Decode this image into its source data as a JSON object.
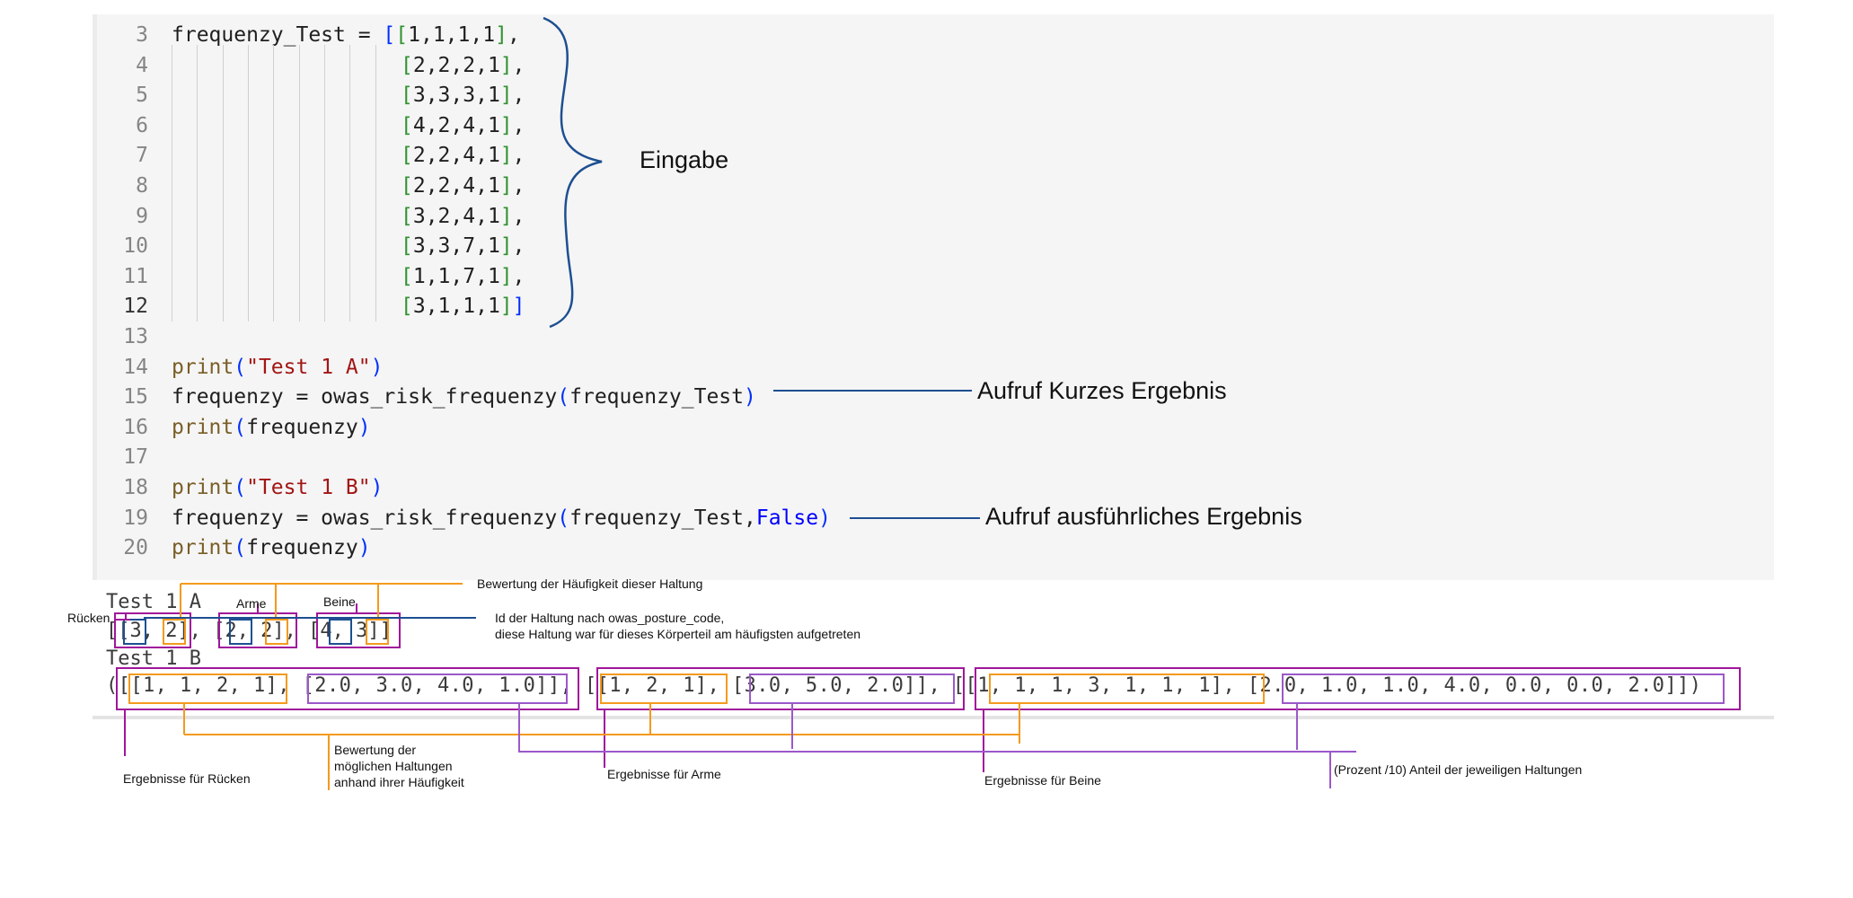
{
  "code_lines": [
    {
      "num": "3",
      "tokens": [
        {
          "t": "frequenzy_Test",
          "c": "t-id"
        },
        {
          "t": " = ",
          "c": "t-id"
        },
        {
          "t": "[",
          "c": "b1"
        },
        {
          "t": "[",
          "c": "b2"
        },
        {
          "t": "1,1,1,1",
          "c": "t-id"
        },
        {
          "t": "]",
          "c": "b2"
        },
        {
          "t": ",",
          "c": "t-id"
        }
      ]
    },
    {
      "num": "4",
      "tokens": [
        {
          "t": "[",
          "c": "b2"
        },
        {
          "t": "2,2,2,1",
          "c": "t-id"
        },
        {
          "t": "]",
          "c": "b2"
        },
        {
          "t": ",",
          "c": "t-id"
        }
      ]
    },
    {
      "num": "5",
      "tokens": [
        {
          "t": "[",
          "c": "b2"
        },
        {
          "t": "3,3,3,1",
          "c": "t-id"
        },
        {
          "t": "]",
          "c": "b2"
        },
        {
          "t": ",",
          "c": "t-id"
        }
      ]
    },
    {
      "num": "6",
      "tokens": [
        {
          "t": "[",
          "c": "b2"
        },
        {
          "t": "4,2,4,1",
          "c": "t-id"
        },
        {
          "t": "]",
          "c": "b2"
        },
        {
          "t": ",",
          "c": "t-id"
        }
      ]
    },
    {
      "num": "7",
      "tokens": [
        {
          "t": "[",
          "c": "b2"
        },
        {
          "t": "2,2,4,1",
          "c": "t-id"
        },
        {
          "t": "]",
          "c": "b2"
        },
        {
          "t": ",",
          "c": "t-id"
        }
      ]
    },
    {
      "num": "8",
      "tokens": [
        {
          "t": "[",
          "c": "b2"
        },
        {
          "t": "2,2,4,1",
          "c": "t-id"
        },
        {
          "t": "]",
          "c": "b2"
        },
        {
          "t": ",",
          "c": "t-id"
        }
      ]
    },
    {
      "num": "9",
      "tokens": [
        {
          "t": "[",
          "c": "b2"
        },
        {
          "t": "3,2,4,1",
          "c": "t-id"
        },
        {
          "t": "]",
          "c": "b2"
        },
        {
          "t": ",",
          "c": "t-id"
        }
      ]
    },
    {
      "num": "10",
      "tokens": [
        {
          "t": "[",
          "c": "b2"
        },
        {
          "t": "3,3,7,1",
          "c": "t-id"
        },
        {
          "t": "]",
          "c": "b2"
        },
        {
          "t": ",",
          "c": "t-id"
        }
      ]
    },
    {
      "num": "11",
      "tokens": [
        {
          "t": "[",
          "c": "b2"
        },
        {
          "t": "1,1,7,1",
          "c": "t-id"
        },
        {
          "t": "]",
          "c": "b2"
        },
        {
          "t": ",",
          "c": "t-id"
        }
      ]
    },
    {
      "num": "12",
      "tokens": [
        {
          "t": "[",
          "c": "b2"
        },
        {
          "t": "3,1,1,1",
          "c": "t-id"
        },
        {
          "t": "]",
          "c": "b2"
        },
        {
          "t": "]",
          "c": "b1"
        }
      ]
    },
    {
      "num": "13",
      "tokens": []
    },
    {
      "num": "14",
      "tokens": [
        {
          "t": "print",
          "c": "t-fn"
        },
        {
          "t": "(",
          "c": "b1"
        },
        {
          "t": "\"Test 1 A\"",
          "c": "t-str"
        },
        {
          "t": ")",
          "c": "b1"
        }
      ]
    },
    {
      "num": "15",
      "tokens": [
        {
          "t": "frequenzy",
          "c": "t-id"
        },
        {
          "t": " = ",
          "c": "t-id"
        },
        {
          "t": "owas_risk_frequenzy",
          "c": "t-id"
        },
        {
          "t": "(",
          "c": "b1"
        },
        {
          "t": "frequenzy_Test",
          "c": "t-id"
        },
        {
          "t": ")",
          "c": "b1"
        }
      ]
    },
    {
      "num": "16",
      "tokens": [
        {
          "t": "print",
          "c": "t-fn"
        },
        {
          "t": "(",
          "c": "b1"
        },
        {
          "t": "frequenzy",
          "c": "t-id"
        },
        {
          "t": ")",
          "c": "b1"
        }
      ]
    },
    {
      "num": "17",
      "tokens": []
    },
    {
      "num": "18",
      "tokens": [
        {
          "t": "print",
          "c": "t-fn"
        },
        {
          "t": "(",
          "c": "b1"
        },
        {
          "t": "\"Test 1 B\"",
          "c": "t-str"
        },
        {
          "t": ")",
          "c": "b1"
        }
      ]
    },
    {
      "num": "19",
      "tokens": [
        {
          "t": "frequenzy",
          "c": "t-id"
        },
        {
          "t": " = ",
          "c": "t-id"
        },
        {
          "t": "owas_risk_frequenzy",
          "c": "t-id"
        },
        {
          "t": "(",
          "c": "b1"
        },
        {
          "t": "frequenzy_Test,",
          "c": "t-id"
        },
        {
          "t": "False",
          "c": "t-kw"
        },
        {
          "t": ")",
          "c": "b1"
        }
      ]
    },
    {
      "num": "20",
      "tokens": [
        {
          "t": "print",
          "c": "t-fn"
        },
        {
          "t": "(",
          "c": "b1"
        },
        {
          "t": "frequenzy",
          "c": "t-id"
        },
        {
          "t": ")",
          "c": "b1"
        }
      ]
    }
  ],
  "output": {
    "line1": "Test 1 A",
    "line2": "[[3, 2], [2, 2], [4, 3]]",
    "line3": "Test 1 B",
    "line4": "([[1, 1, 2, 1], [2.0, 3.0, 4.0, 1.0]], [[1, 2, 1], [3.0, 5.0, 2.0]], [[1, 1, 1, 3, 1, 1, 1], [2.0, 1.0, 1.0, 4.0, 0.0, 0.0, 2.0]])"
  },
  "annotations": {
    "eingabe": "Eingabe",
    "aufruf_kurz": "Aufruf Kurzes Ergebnis",
    "aufruf_ausf": "Aufruf ausführliches Ergebnis",
    "bewertung_haeufigkeit": "Bewertung der Häufigkeit dieser Haltung",
    "arme": "Arme",
    "beine": "Beine",
    "ruecken": "Rücken",
    "id_haltung_1": "Id der Haltung nach owas_posture_code,",
    "id_haltung_2": "diese Haltung war für dieses Körperteil am häufigsten aufgetreten",
    "ergebnis_ruecken": "Ergebnisse für Rücken",
    "bewertung_moegl_1": "Bewertung der",
    "bewertung_moegl_2": "möglichen Haltungen",
    "bewertung_moegl_3": "anhand ihrer Häufigkeit",
    "ergebnis_arme": "Ergebnisse für Arme",
    "ergebnis_beine": "Ergebnisse für Beine",
    "prozent": "(Prozent /10) Anteil der jeweiligen Haltungen"
  },
  "colors": {
    "brace_blue": "#1d4f91",
    "orange": "#f39a1e",
    "magenta": "#a0169a",
    "purple": "#9b59c9"
  }
}
